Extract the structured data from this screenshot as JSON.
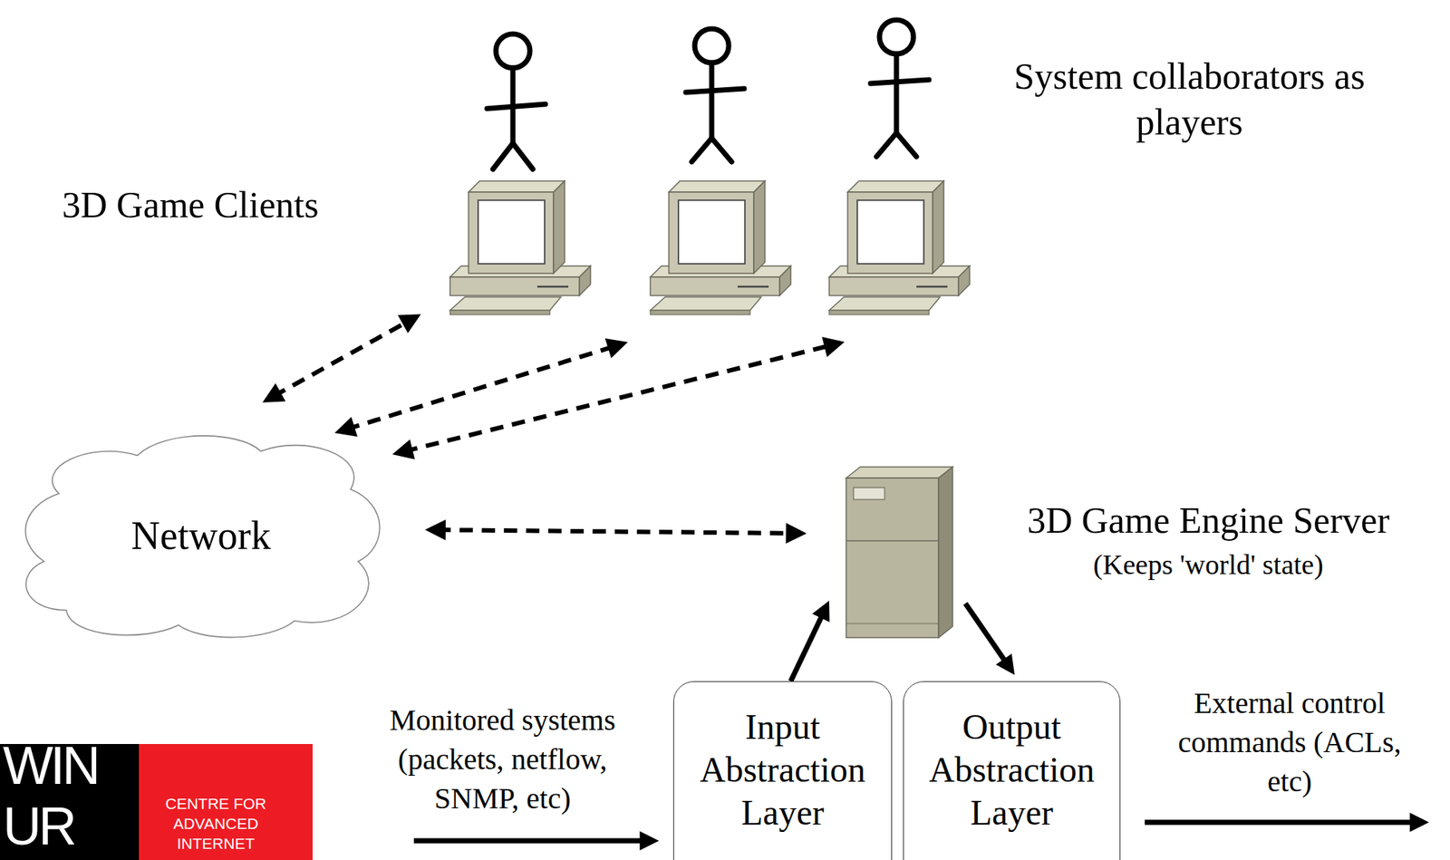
{
  "diagram": {
    "nodes": [
      {
        "text": []
      },
      {
        "text": []
      },
      {
        "text": []
      },
      {
        "text": [
          "Network"
        ]
      },
      {
        "text": [
          "3D Game Engine Server",
          "(Keeps 'world' state)"
        ]
      },
      {
        "text": [
          "Input Abstraction Layer"
        ]
      },
      {
        "text": [
          "Output Abstraction Layer"
        ]
      }
    ],
    "edges": [
      {
        "from": 3,
        "to": 0,
        "arrow": "both"
      },
      {
        "from": 3,
        "to": 1,
        "arrow": "both"
      },
      {
        "from": 3,
        "to": 2,
        "arrow": "both"
      },
      {
        "from": 3,
        "to": 4,
        "arrow": "both"
      },
      {
        "from": 5,
        "to": 4,
        "arrow": "to"
      },
      {
        "from": 4,
        "to": 6,
        "arrow": "to"
      }
    ],
    "labels": [
      "System collaborators as players",
      "3D Game Clients",
      "Monitored systems (packets, netflow, SNMP, etc)",
      "External control commands (ACLs, etc)",
      "WIN",
      "UR",
      "CENTRE FOR ADVANCED INTERNET"
    ]
  }
}
